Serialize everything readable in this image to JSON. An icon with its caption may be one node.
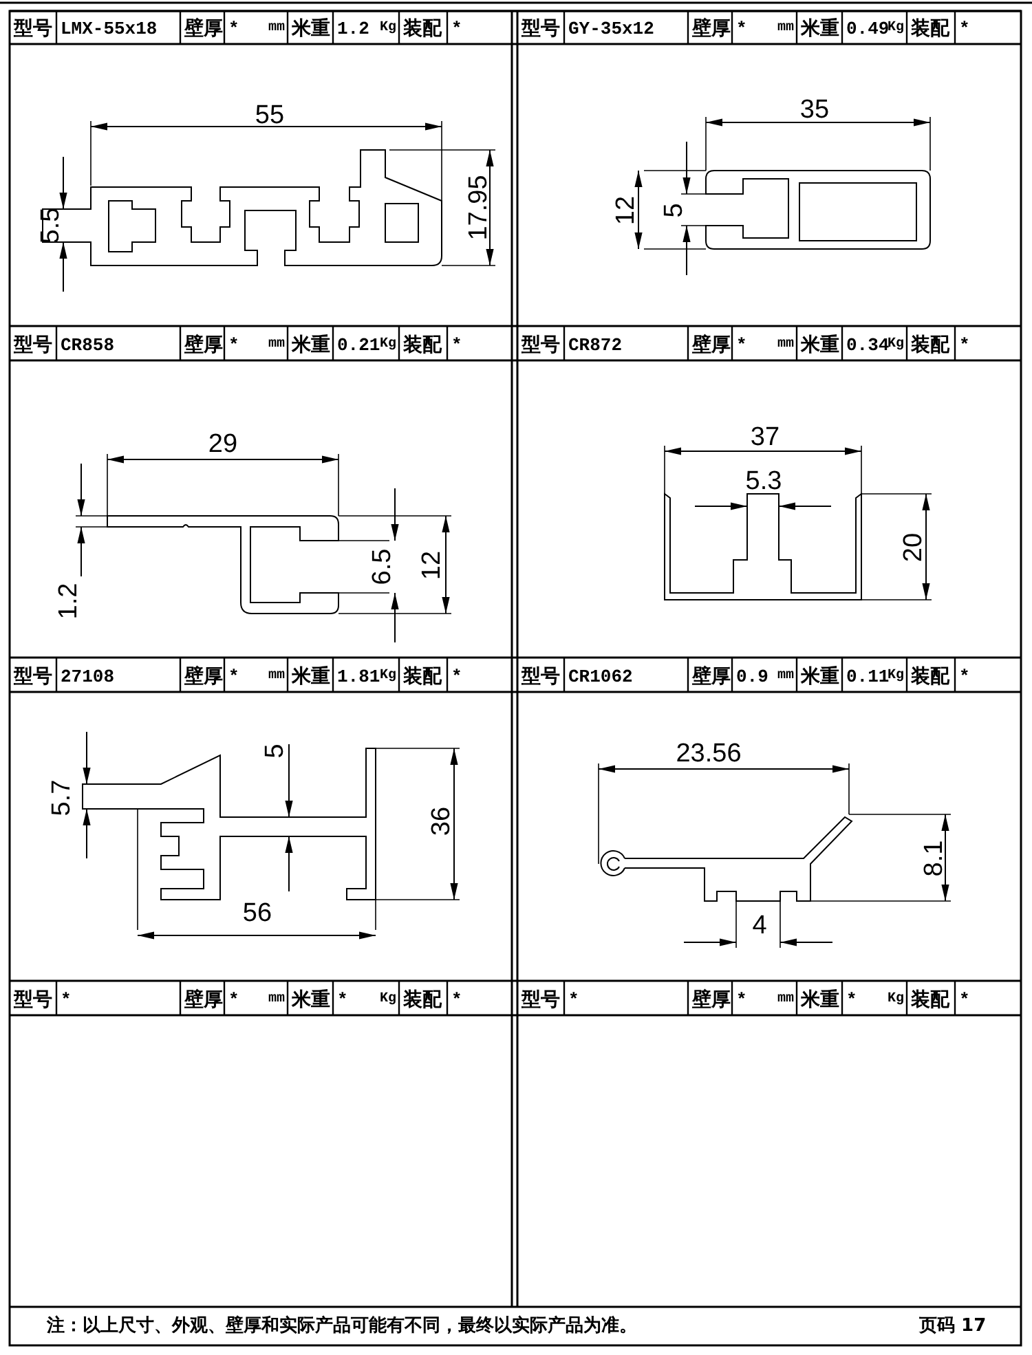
{
  "diagram": {
    "labels": [
      "型号",
      "LMX-55x18",
      "壁厚",
      "*",
      "mm",
      "米重",
      "1.2",
      "Kg",
      "装配",
      "*",
      "型号",
      "GY-35x12",
      "壁厚",
      "*",
      "mm",
      "米重",
      "0.49",
      "Kg",
      "装配",
      "*",
      "55",
      "5.5",
      "17.95",
      "35",
      "12",
      "5",
      "型号",
      "CR858",
      "壁厚",
      "*",
      "mm",
      "米重",
      "0.21",
      "Kg",
      "装配",
      "*",
      "型号",
      "CR872",
      "壁厚",
      "*",
      "mm",
      "米重",
      "0.34",
      "Kg",
      "装配",
      "*",
      "29",
      "1.2",
      "6.5",
      "12",
      "37",
      "5.3",
      "20",
      "型号",
      "27108",
      "壁厚",
      "*",
      "mm",
      "米重",
      "1.81",
      "Kg",
      "装配",
      "*",
      "型号",
      "CR1062",
      "壁厚",
      "0.9",
      "mm",
      "米重",
      "0.11",
      "Kg",
      "装配",
      "*",
      "5.7",
      "5",
      "36",
      "56",
      "23.56",
      "8.1",
      "4",
      "型号",
      "*",
      "壁厚",
      "*",
      "mm",
      "米重",
      "*",
      "Kg",
      "装配",
      "*",
      "型号",
      "*",
      "壁厚",
      "*",
      "mm",
      "米重",
      "*",
      "Kg",
      "装配",
      "*",
      "注：以上尺寸、外观、壁厚和实际产品可能有不同，最终以实际产品为准。",
      "页码 17"
    ]
  }
}
